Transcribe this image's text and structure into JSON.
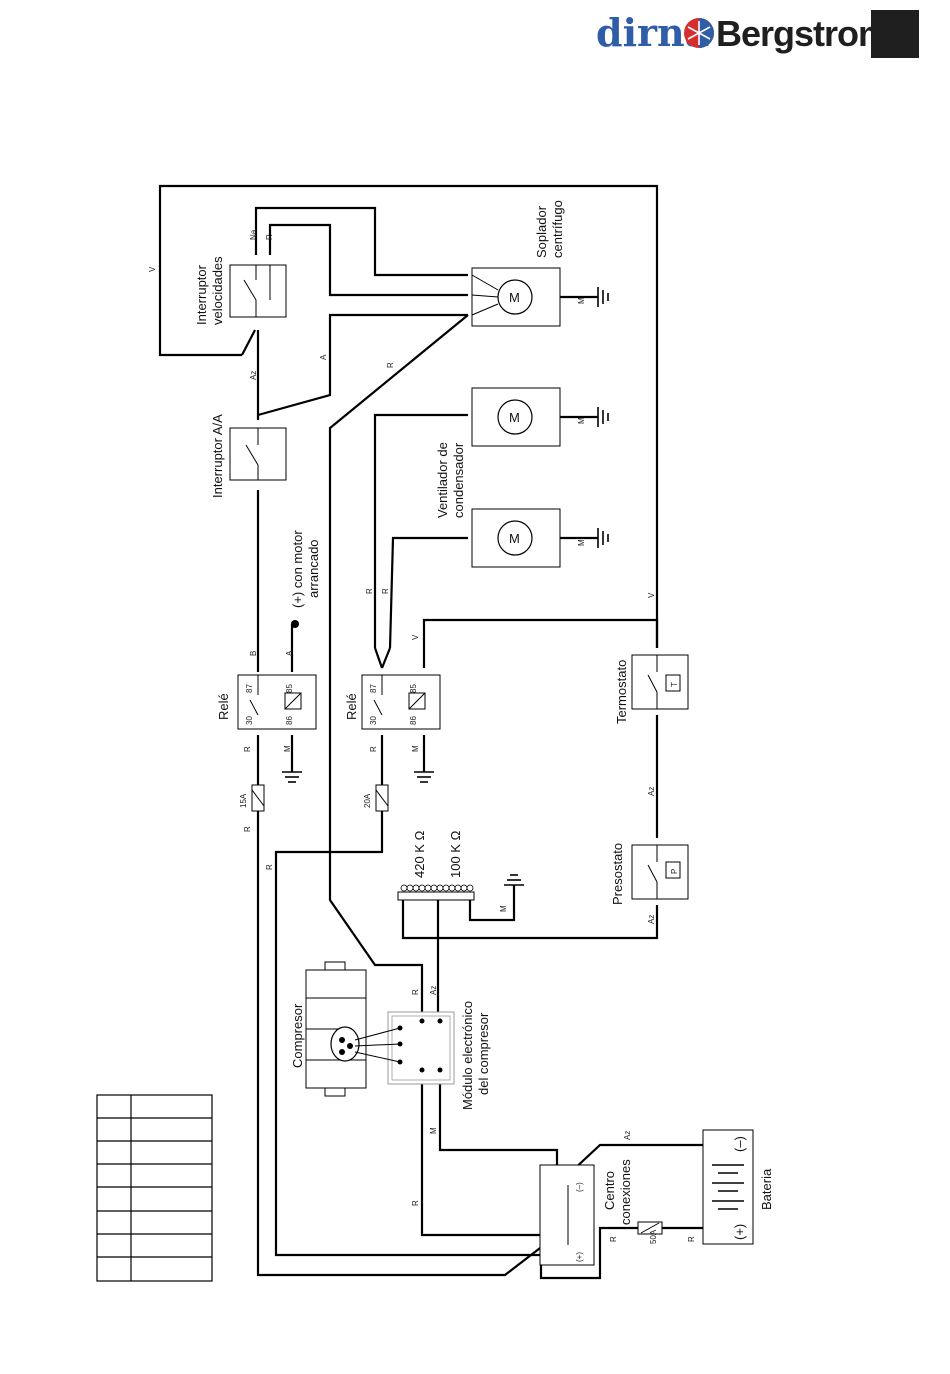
{
  "brand": {
    "name_left": "dirna",
    "name_right": "Bergstrom",
    "logo_colors": {
      "blue": "#2f5da8",
      "red": "#d32f2f",
      "dark": "#1f1f1f"
    }
  },
  "labels": {
    "soplador": [
      "Soplador",
      "centrífugo"
    ],
    "interruptor_velocidades": [
      "Interruptor",
      "velocidades"
    ],
    "interruptor_aa": "Interruptor A/A",
    "motor_arrancado": [
      "(+) con motor",
      "arrancado"
    ],
    "ventilador": [
      "Ventilador de",
      "condensador"
    ],
    "rele1": "Relé",
    "rele2": "Relé",
    "termostato": "Termostato",
    "presostato": "Presostato",
    "r420": "420 K Ω",
    "r100": "100 K Ω",
    "compresor": "Compresor",
    "modulo": [
      "Módulo electrónico",
      "del compresor"
    ],
    "centro": [
      "Centro",
      "conexiones"
    ],
    "bateria": "Bateria",
    "motor_symbol": "M",
    "thermo_symbol": "T",
    "presso_symbol": "P",
    "plus": "(+)",
    "minus": "(–)"
  },
  "wire_codes": {
    "V": "V",
    "Na": "Na",
    "R": "R",
    "Az": "Az",
    "A": "A",
    "B": "B",
    "M": "M"
  },
  "relay_pins": {
    "p87": "87",
    "p85": "85",
    "p30": "30",
    "p86": "86"
  },
  "fuses": {
    "f1": "15A",
    "f2": "20A",
    "f3": "50A"
  },
  "legend_rows": 8
}
